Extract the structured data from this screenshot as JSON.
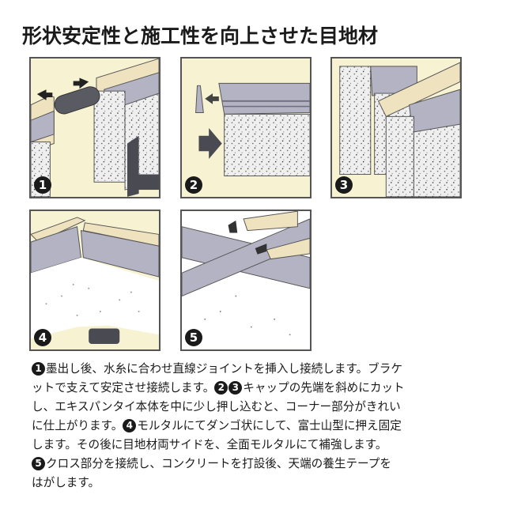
{
  "title": "形状安定性と施工性を向上させた目地材",
  "colors": {
    "panel_bg": "#f7f3d2",
    "panel_border": "#555555",
    "metal": "#b4b3c4",
    "metal_dark": "#6e6d7d",
    "wood": "#efe2bf",
    "concrete": "#eeeeee",
    "dark_part": "#4a4a52"
  },
  "panels": [
    {
      "step": "1",
      "description": "直線ジョイント挿入・ブラケット固定"
    },
    {
      "step": "2",
      "description": "キャップ先端を斜めにカット"
    },
    {
      "step": "3",
      "description": "コーナー部分の接続"
    },
    {
      "step": "4",
      "description": "モルタルで富士山型に押え固定"
    },
    {
      "step": "5",
      "description": "クロス部分の接続・養生テープ剥がし"
    }
  ],
  "text_lines": [
    {
      "num": "1",
      "text": "墨出し後、水糸に合わせ直線ジョイントを挿入し接続します。ブラケ"
    },
    {
      "num": "",
      "text": "ットで支えて安定させ接続します。"
    },
    {
      "num": "",
      "text": "し、エキスパンタイ本体を中に少し押し込むと、コーナー部分がきれい"
    },
    {
      "num": "",
      "text": "に仕上がります。"
    },
    {
      "num": "",
      "text": "します。その後に目地材両サイドを、全面モルタルにて補強します。"
    },
    {
      "num": "5",
      "text": "クロス部分を接続し、コンクリートを打設後、天端の養生テープを"
    },
    {
      "num": "",
      "text": "はがします。"
    }
  ],
  "inline": {
    "l2_num_a": "2",
    "l2_num_b": "3",
    "l2_tail": "キャップの先端を斜めにカット",
    "l4_num": "4",
    "l4_tail": "モルタルにてダンゴ状にして、富士山型に押え固定"
  }
}
